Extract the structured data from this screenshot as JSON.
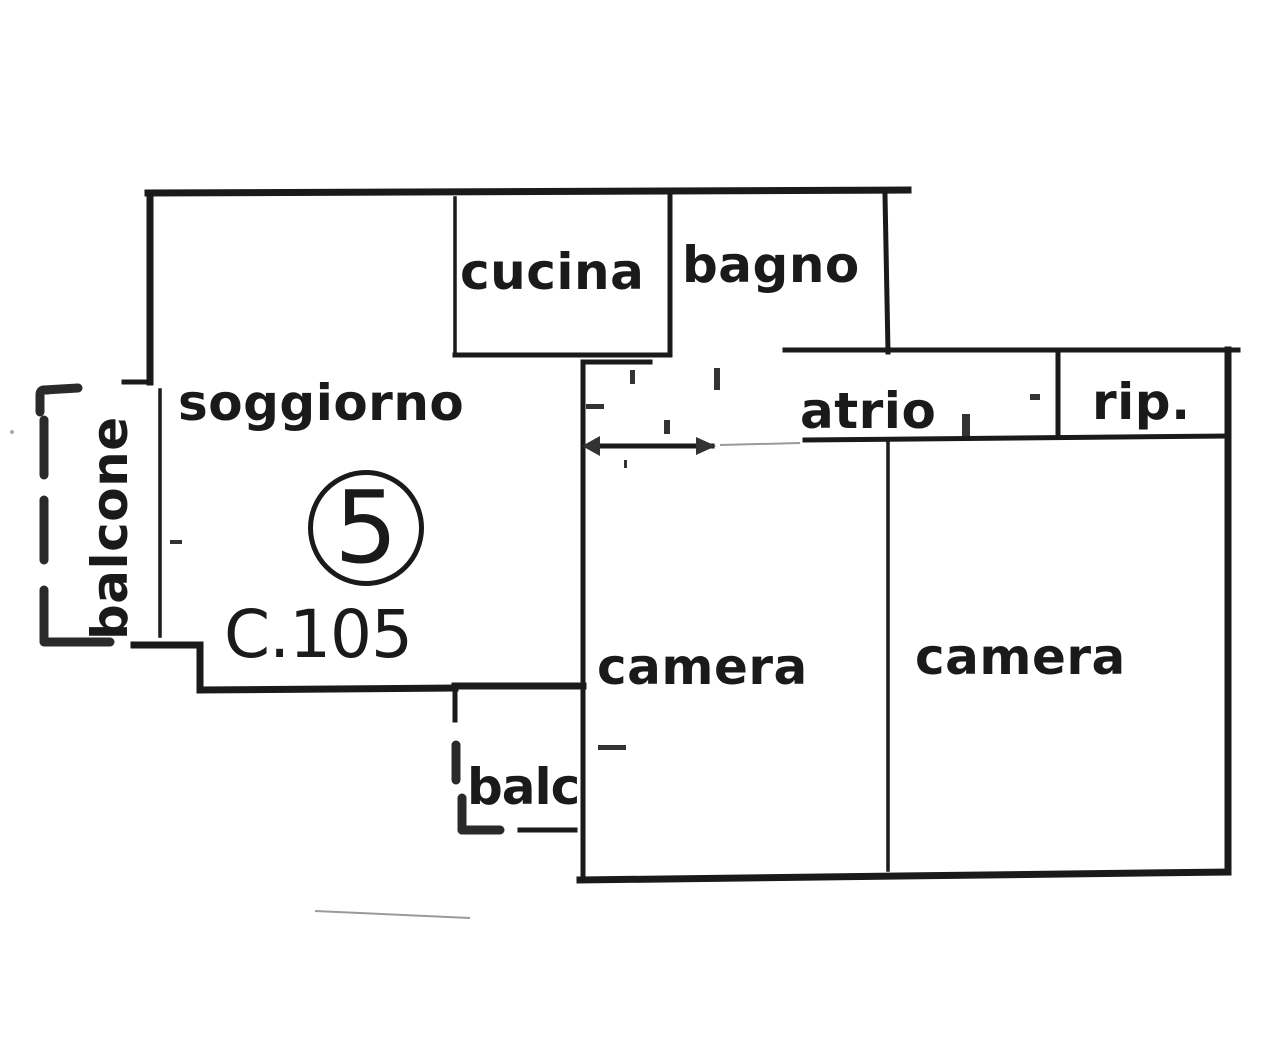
{
  "floor_plan": {
    "unit_number": "5",
    "unit_code": "C.105",
    "rooms": [
      {
        "id": "soggiorno",
        "label": "soggiorno"
      },
      {
        "id": "cucina",
        "label": "cucina"
      },
      {
        "id": "bagno",
        "label": "bagno"
      },
      {
        "id": "atrio",
        "label": "atrio"
      },
      {
        "id": "ripostiglio",
        "label": "rip."
      },
      {
        "id": "camera-1",
        "label": "camera"
      },
      {
        "id": "camera-2",
        "label": "camera"
      },
      {
        "id": "balcone",
        "label": "balcone"
      },
      {
        "id": "balcone-small",
        "label": "balc"
      }
    ],
    "colors": {
      "wall": "#1a1a1a",
      "background": "#ffffff"
    }
  }
}
